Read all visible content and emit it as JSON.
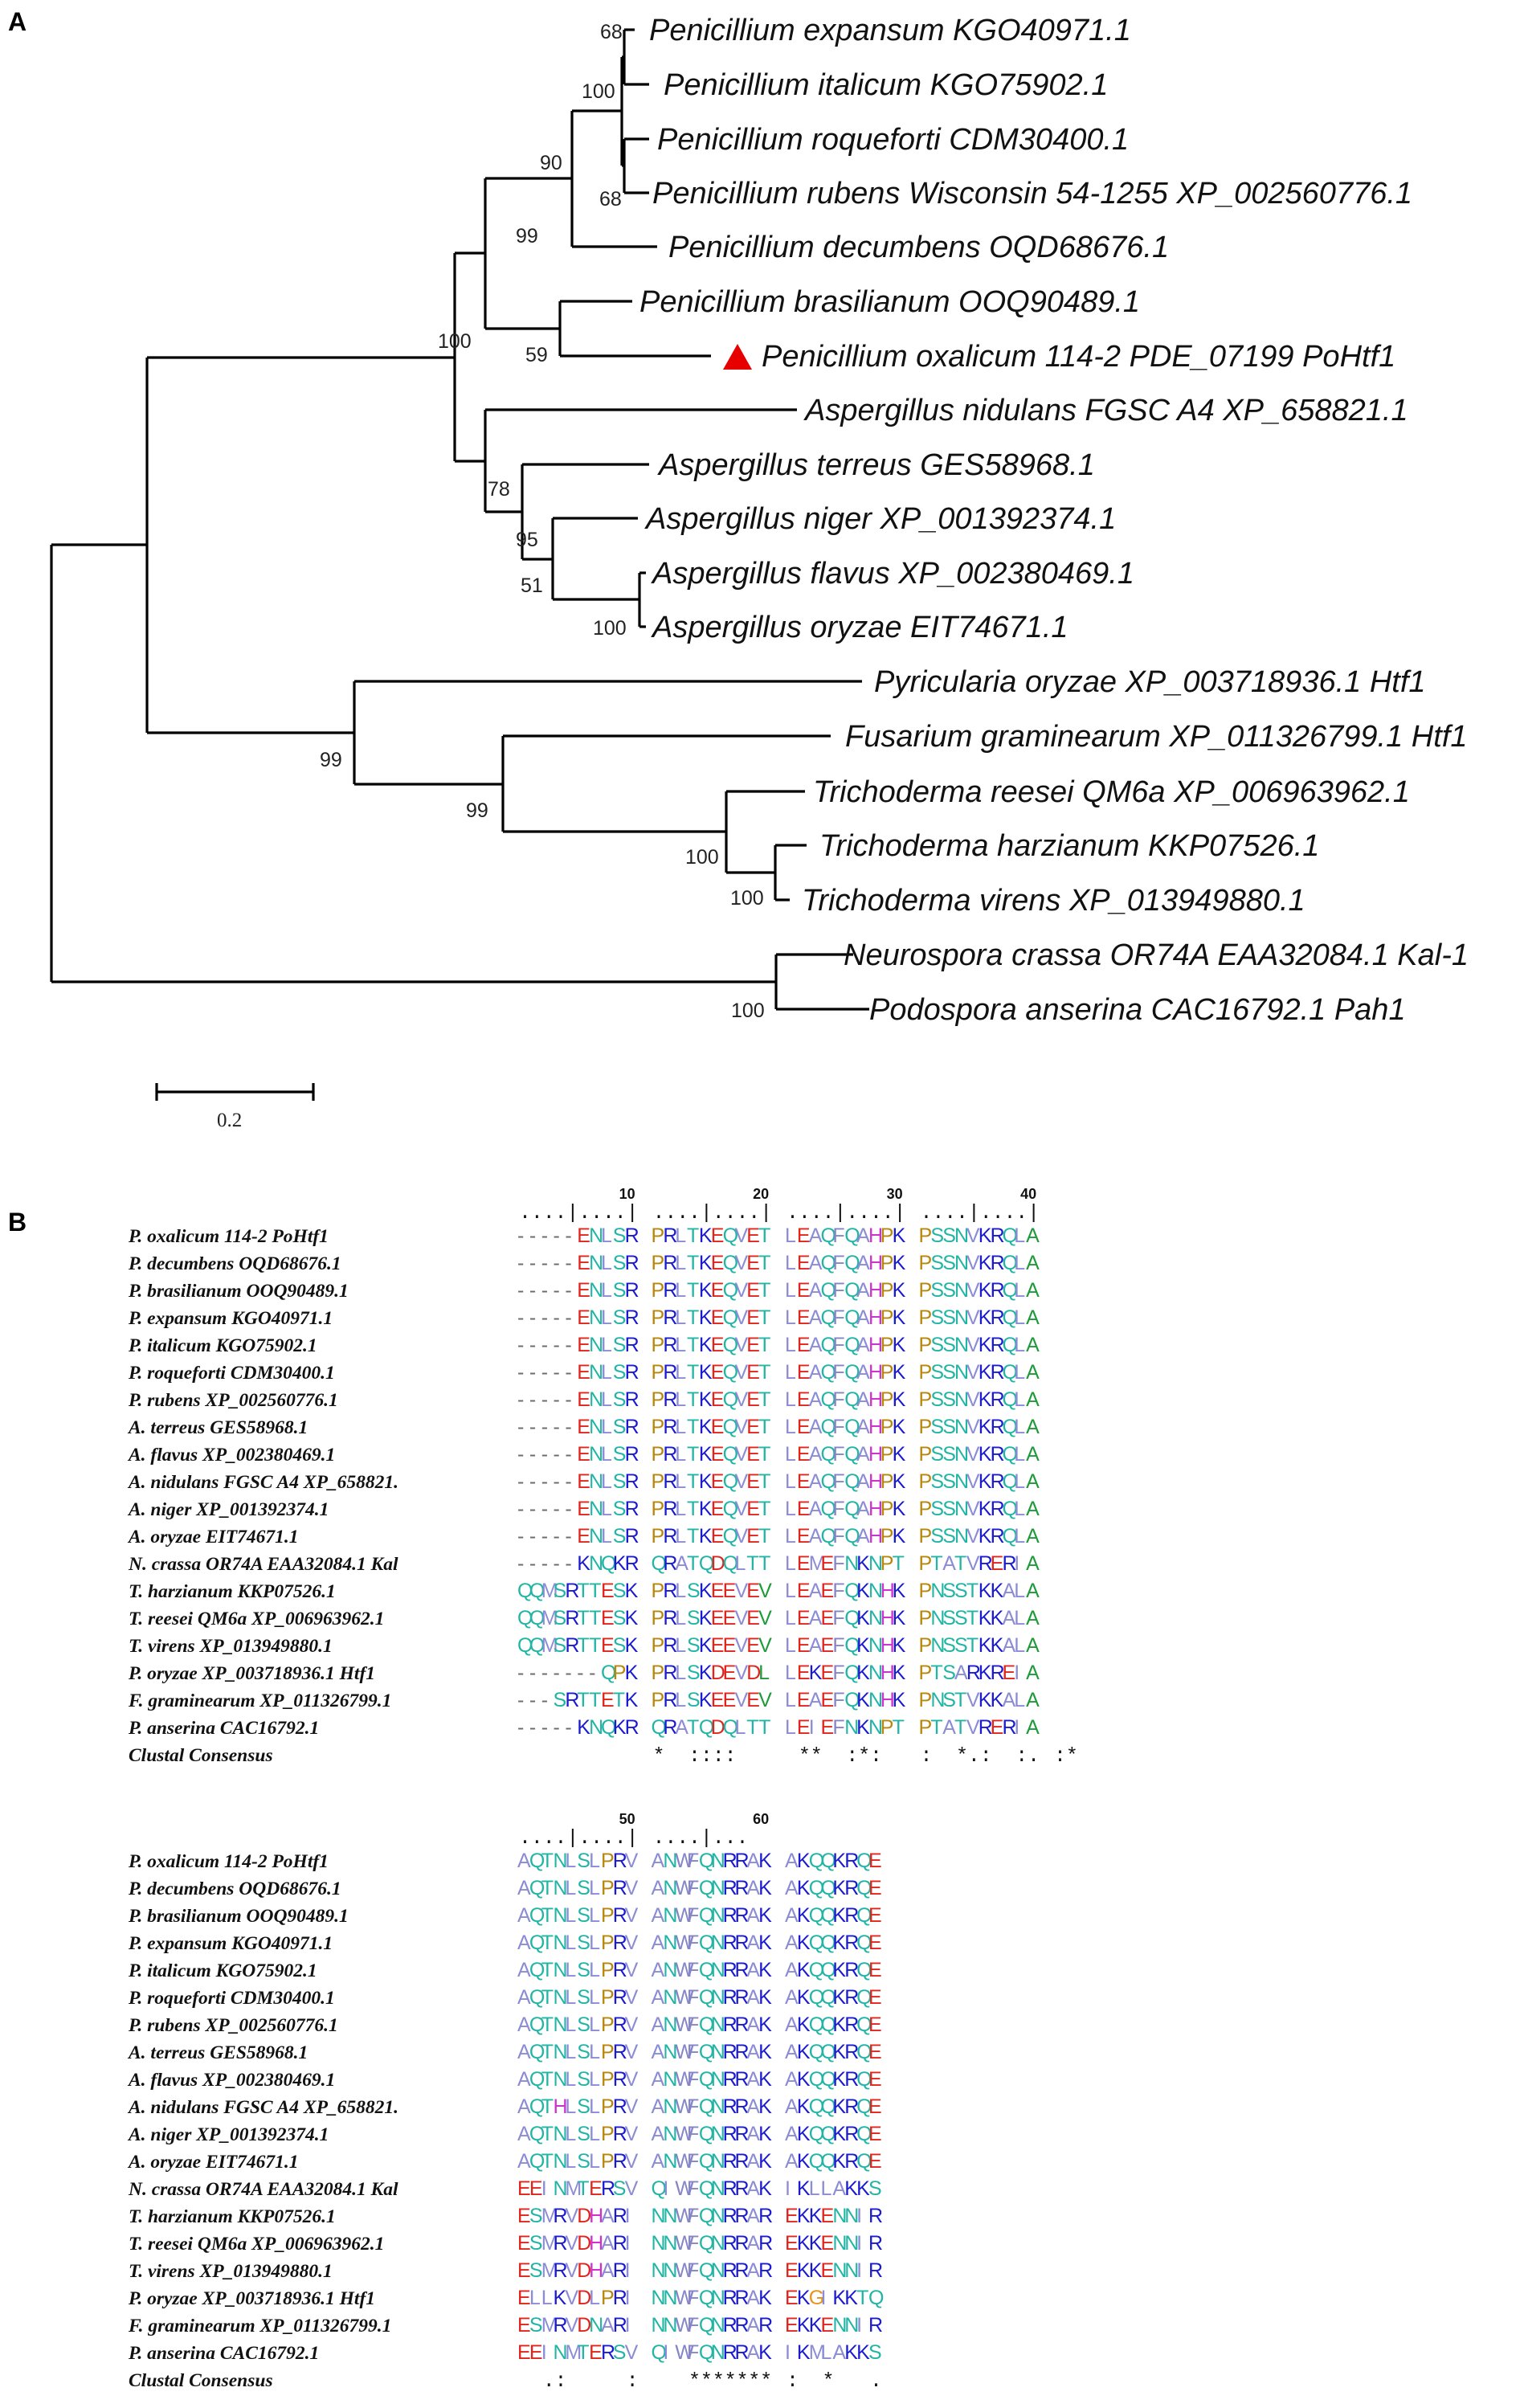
{
  "panels": {
    "a": "A",
    "b": "B"
  },
  "colors": {
    "branch": "#000000",
    "marker": "#e60000",
    "acidic": "#e0241b",
    "basic": "#1a1ad0",
    "polar": "#22b5a5",
    "polar_green": "#1f9a3a",
    "hydrophobic": "#8c8cd6",
    "aromatic": "#8484c8",
    "proline": "#b8860b",
    "glycine": "#e8941a",
    "histidine": "#cc33cc",
    "gap": "#6b6b6b"
  },
  "tree": {
    "taxa": [
      {
        "id": "t1",
        "label": "Penicillium expansum KGO40971.1"
      },
      {
        "id": "t2",
        "label": "Penicillium italicum KGO75902.1"
      },
      {
        "id": "t3",
        "label": "Penicillium roqueforti CDM30400.1"
      },
      {
        "id": "t4",
        "label": "Penicillium rubens Wisconsin 54-1255 XP_002560776.1"
      },
      {
        "id": "t5",
        "label": "Penicillium decumbens OQD68676.1"
      },
      {
        "id": "t6",
        "label": "Penicillium brasilianum OOQ90489.1"
      },
      {
        "id": "t7",
        "label": "Penicillium oxalicum 114-2 PDE_07199 PoHtf1",
        "marked": true
      },
      {
        "id": "t8",
        "label": "Aspergillus nidulans FGSC A4 XP_658821.1"
      },
      {
        "id": "t9",
        "label": "Aspergillus terreus GES58968.1"
      },
      {
        "id": "t10",
        "label": "Aspergillus niger XP_001392374.1"
      },
      {
        "id": "t11",
        "label": "Aspergillus flavus XP_002380469.1"
      },
      {
        "id": "t12",
        "label": "Aspergillus oryzae EIT74671.1"
      },
      {
        "id": "t13",
        "label": "Pyricularia oryzae XP_003718936.1 Htf1"
      },
      {
        "id": "t14",
        "label": "Fusarium graminearum XP_011326799.1 Htf1"
      },
      {
        "id": "t15",
        "label": "Trichoderma reesei QM6a XP_006963962.1"
      },
      {
        "id": "t16",
        "label": "Trichoderma harzianum KKP07526.1"
      },
      {
        "id": "t17",
        "label": "Trichoderma virens XP_013949880.1"
      },
      {
        "id": "t18",
        "label": "Neurospora crassa OR74A EAA32084.1 Kal-1"
      },
      {
        "id": "t19",
        "label": "Podospora anserina CAC16792.1 Pah1"
      }
    ],
    "bootstrap": [
      "68",
      "100",
      "68",
      "90",
      "99",
      "59",
      "100",
      "78",
      "95",
      "51",
      "100",
      "99",
      "99",
      "100",
      "100",
      "100"
    ],
    "scale_label": "0.2"
  },
  "alignment": {
    "names": [
      "P. oxalicum 114-2 PoHtf1",
      "P. decumbens OQD68676.1",
      "P. brasilianum OOQ90489.1",
      "P. expansum KGO40971.1",
      "P. italicum KGO75902.1",
      "P. roqueforti CDM30400.1",
      "P. rubens XP_002560776.1",
      "A. terreus GES58968.1",
      "A. flavus XP_002380469.1",
      "A. nidulans FGSC A4 XP_658821.",
      "A. niger XP_001392374.1",
      "A. oryzae EIT74671.1",
      "N. crassa OR74A EAA32084.1 Kal",
      "T. harzianum KKP07526.1",
      "T. reesei QM6a XP_006963962.1",
      "T. virens XP_013949880.1",
      "P. oryzae XP_003718936.1 Htf1",
      "F. graminearum XP_011326799.1",
      "P. anserina CAC16792.1"
    ],
    "consensus_label": "Clustal Consensus",
    "block1": {
      "ruler": "....|....|....|....|....|....|....|....|",
      "ruler_numbers": [
        "10",
        "20",
        "30",
        "40"
      ],
      "rows": [
        "-----ENLSRPRLTKEQVETLEAQFQAHPKPSSNVKRQLA",
        "-----ENLSRPRLTKEQVETLEAQFQAHPKPSSNVKRQLA",
        "-----ENLSRPRLTKEQVETLEAQFQAHPKPSSNVKRQLA",
        "-----ENLSRPRLTKEQVETLEAQFQAHPKPSSNVKRQLA",
        "-----ENLSRPRLTKEQVETLEAQFQAHPKPSSNVKRQLA",
        "-----ENLSRPRLTKEQVETLEAQFQAHPKPSSNVKRQLA",
        "-----ENLSRPRLTKEQVETLEAQFQAHPKPSSNVKRQLA",
        "-----ENLSRPRLTKEQVETLEAQFQAHPKPSSNVKRQLA",
        "-----ENLSRPRLTKEQVETLEAQFQAHPKPSSNVKRQLA",
        "-----ENLSRPRLTKEQVETLEAQFQAHPKPSSNVKRQLA",
        "-----ENLSRPRLTKEQVETLEAQFQAHPKPSSNVKRQLA",
        "-----ENLSRPRLTKEQVETLEAQFQAHPKPSSNVKRQLA",
        "-----KNQKRQRATQDQLTTLEMEFNKNPTPTATVRERIA",
        "QQMSRTTESKPRLSKEEVEVLEAEFQKNHKPNSSTKKALA",
        "QQMSRTTESKPRLSKEEVEVLEAEFQKNHKPNSSTKKALA",
        "QQMSRTTESKPRLSKEEVEVLEAEFQKNHKPNSSTKKALA",
        "-------QPKPRLSKDEVDLLEKEFQKNHKPTSARKREIA",
        "---SRTTETKPRLSKEEVEVLEAEFQKNHKPNSTVKKALA",
        "-----KNQKRQRATQDQLTTLEIEFNKNPTPTATVRERIA"
      ],
      "consensus": "          *  ::::    **  :*:  :  *.:  :.:*"
    },
    "block2": {
      "ruler": "....|....|....|...",
      "ruler_numbers": [
        "50",
        "60"
      ],
      "rows": [
        "AQTNLSLPRVANWFQNRRAKAKQQKRQE",
        "AQTNLSLPRVANWFQNRRAKAKQQKRQE",
        "AQTNLSLPRVANWFQNRRAKAKQQKRQE",
        "AQTNLSLPRVANWFQNRRAKAKQQKRQE",
        "AQTNLSLPRVANWFQNRRAKAKQQKRQE",
        "AQTNLSLPRVANWFQNRRAKAKQQKRQE",
        "AQTNLSLPRVANWFQNRRAKAKQQKRQE",
        "AQTNLSLPRVANWFQNRRAKAKQQKRQE",
        "AQTNLSLPRVANWFQNRRAKAKQQKRQE",
        "AQTHLSLPRVANWFQNRRAKAKQQKRQE",
        "AQTNLSLPRVANWFQNRRAKAKQQKRQE",
        "AQTNLSLPRVANWFQNRRAKAKQQKRQE",
        "EEINMTERSVQIWFQNRRAKIKLLAKKS",
        "ESMRVDHARINNWFQNRRAREKKENNIR",
        "ESMRVDHARINNWFQNRRAREKKENNIR",
        "ESMRVDHARINNWFQNRRAREKKENNIR",
        "ELLKVDLPRINNWFQNRRAKEKGIKKTQ",
        "ESMRVDNARINNWFQNRRAREKKENNIR",
        "EEINMTERSVQIWFQNRRAKIKMLAKKS"
      ],
      "consensus": "  .:     :   *******:  *   ."
    }
  }
}
